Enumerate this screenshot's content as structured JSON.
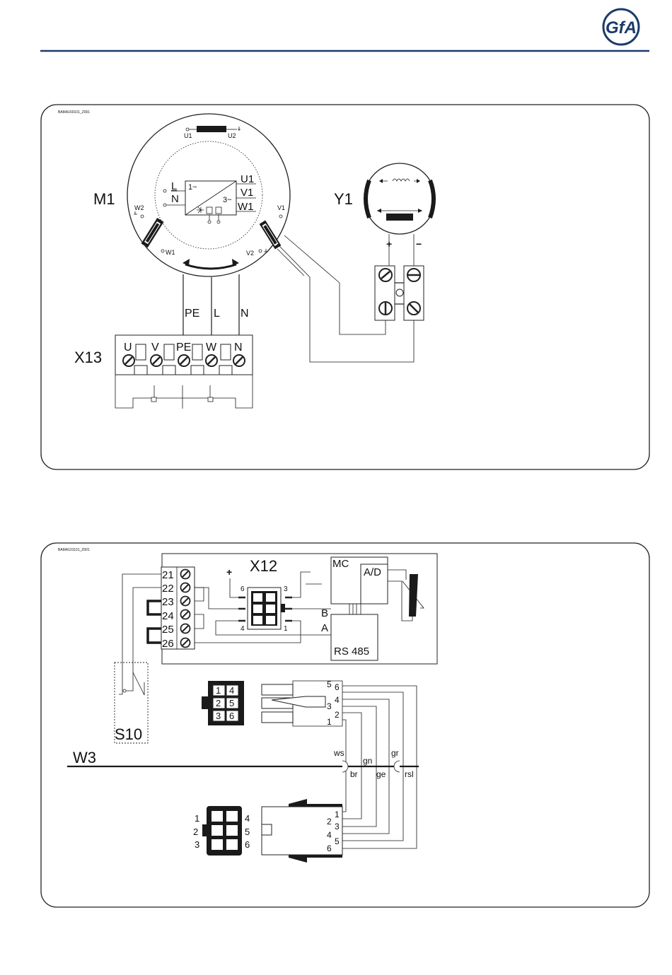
{
  "header": {
    "logo_text": "GfA",
    "accent_color": "#1b3a6b"
  },
  "diagram_top": {
    "code": "BAMA160101_Z001",
    "motor": {
      "label": "M1",
      "u1": "U1",
      "u2": "U2",
      "v1": "V1",
      "v2": "V2",
      "w1": "W1",
      "w2": "W2",
      "inv_l": "L",
      "inv_n": "N",
      "inv_1ph": "1~",
      "inv_3ph": "3~",
      "out_u1": "U1",
      "out_v1": "V1",
      "out_w1": "W1"
    },
    "brake": {
      "label": "Y1",
      "plus": "+",
      "minus": "−"
    },
    "wires": {
      "pe": "PE",
      "l": "L",
      "n": "N"
    },
    "terminal": {
      "label": "X13",
      "t1": "U",
      "t2": "V",
      "t3": "PE",
      "t4": "W",
      "t5": "N"
    }
  },
  "diagram_bottom": {
    "code": "BAMA101101_Z001",
    "terminal": {
      "t21": "21",
      "t22": "22",
      "t23": "23",
      "t24": "24",
      "t25": "25",
      "t26": "26"
    },
    "connector_label": "X12",
    "pin6": "6",
    "pin3": "3",
    "pin4": "4",
    "pin1": "1",
    "plus": "+",
    "bus_b": "B",
    "bus_a": "A",
    "mc": "MC",
    "ad": "A/D",
    "rs485": "RS 485",
    "switch": "S10",
    "cable": "W3",
    "plug_pins": [
      "1",
      "4",
      "2",
      "5",
      "3",
      "6"
    ],
    "plug_right_pins": [
      "6",
      "5",
      "4",
      "3",
      "2",
      "1"
    ],
    "colors": {
      "ws": "ws",
      "gn": "gn",
      "gr": "gr",
      "br": "br",
      "ge": "ge",
      "rsl": "rsl"
    },
    "lower_left_pins": [
      "1",
      "2",
      "3",
      "4",
      "5",
      "6"
    ],
    "lower_right_pins": [
      "1",
      "2",
      "3",
      "4",
      "5",
      "6"
    ]
  }
}
